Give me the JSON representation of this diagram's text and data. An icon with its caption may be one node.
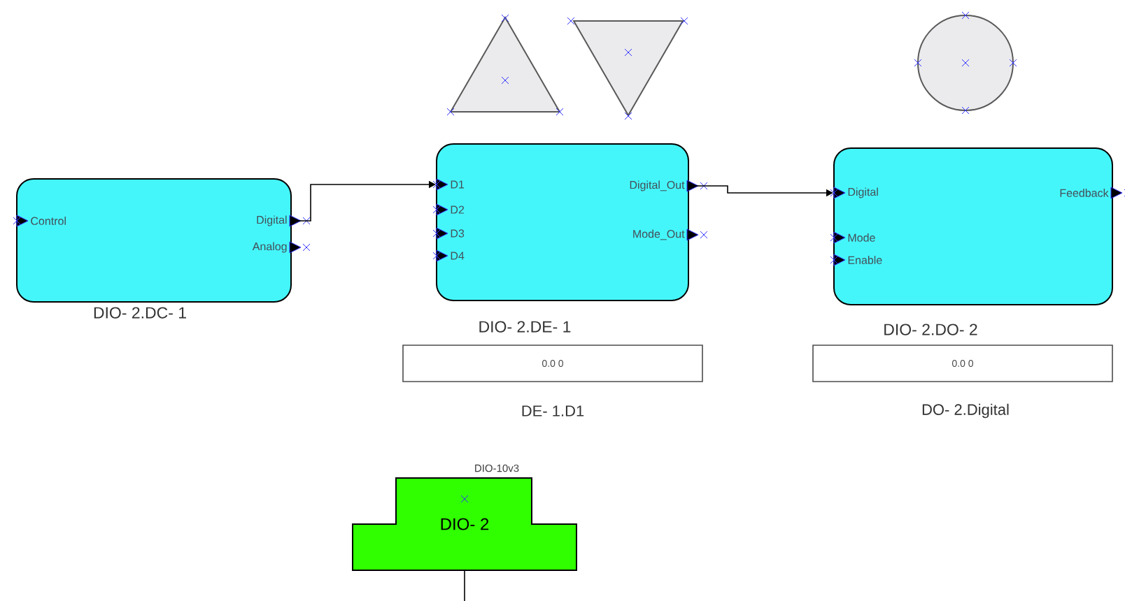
{
  "diagram": {
    "nodes": [
      {
        "text": [],
        "shape": "triangle"
      },
      {
        "text": [],
        "shape": "triangle"
      },
      {
        "text": [],
        "shape": "circle"
      },
      {
        "text": [
          "Control",
          "Digital",
          "Analog",
          "DIO- 2.DC- 1"
        ]
      },
      {
        "text": [
          "D1",
          "D2",
          "D3",
          "D4",
          "Digital_Out",
          "Mode_Out",
          "DIO- 2.DE- 1"
        ]
      },
      {
        "text": [
          "Digital",
          "Mode",
          "Enable",
          "Feedback",
          "DIO- 2.DO- 2"
        ]
      },
      {
        "text": [
          "0.0 0"
        ],
        "beside": [
          "DE- 1.D1"
        ]
      },
      {
        "text": [
          "0.0 0"
        ],
        "beside": [
          "DO- 2.Digital"
        ]
      },
      {
        "text": [
          "DIO- 2"
        ],
        "beside": [
          "DIO-10v3"
        ]
      }
    ],
    "edges": [
      {
        "from": 3,
        "to": 4,
        "arrow": "to"
      },
      {
        "from": 4,
        "to": 5,
        "arrow": "to"
      },
      {
        "from": 8,
        "to": null,
        "arrow": "none"
      }
    ]
  }
}
